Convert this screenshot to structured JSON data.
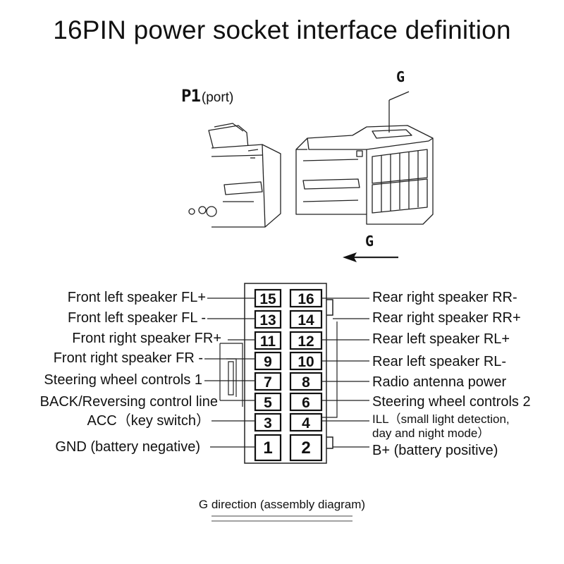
{
  "title": "16PIN power socket interface definition",
  "connector": {
    "p1_label": "P1",
    "p1_sub": "(port)",
    "g_label_top": "G",
    "g_label_arrow": "G"
  },
  "pins": {
    "p15": "15",
    "p16": "16",
    "p13": "13",
    "p14": "14",
    "p11": "11",
    "p12": "12",
    "p9": "9",
    "p10": "10",
    "p7": "7",
    "p8": "8",
    "p5": "5",
    "p6": "6",
    "p3": "3",
    "p4": "4",
    "p1": "1",
    "p2": "2"
  },
  "left_labels": {
    "p15": "Front left speaker  FL+",
    "p13": "Front left speaker  FL -",
    "p11": "Front right speaker  FR+",
    "p9": "Front right speaker  FR -",
    "p7": "Steering wheel controls 1",
    "p5": "BACK/Reversing control line",
    "p3": "ACC（key switch）",
    "p1": "GND (battery negative)"
  },
  "right_labels": {
    "p16": "Rear right speaker RR-",
    "p14": "Rear right speaker RR+",
    "p12": "Rear left speaker RL+",
    "p10": "Rear left speaker RL-",
    "p8": "Radio antenna power",
    "p6": "Steering wheel controls 2",
    "p4_line1": "ILL（small light detection,",
    "p4_line2": "day and night mode）",
    "p2": "B+ (battery positive)"
  },
  "caption": "G direction (assembly diagram)"
}
